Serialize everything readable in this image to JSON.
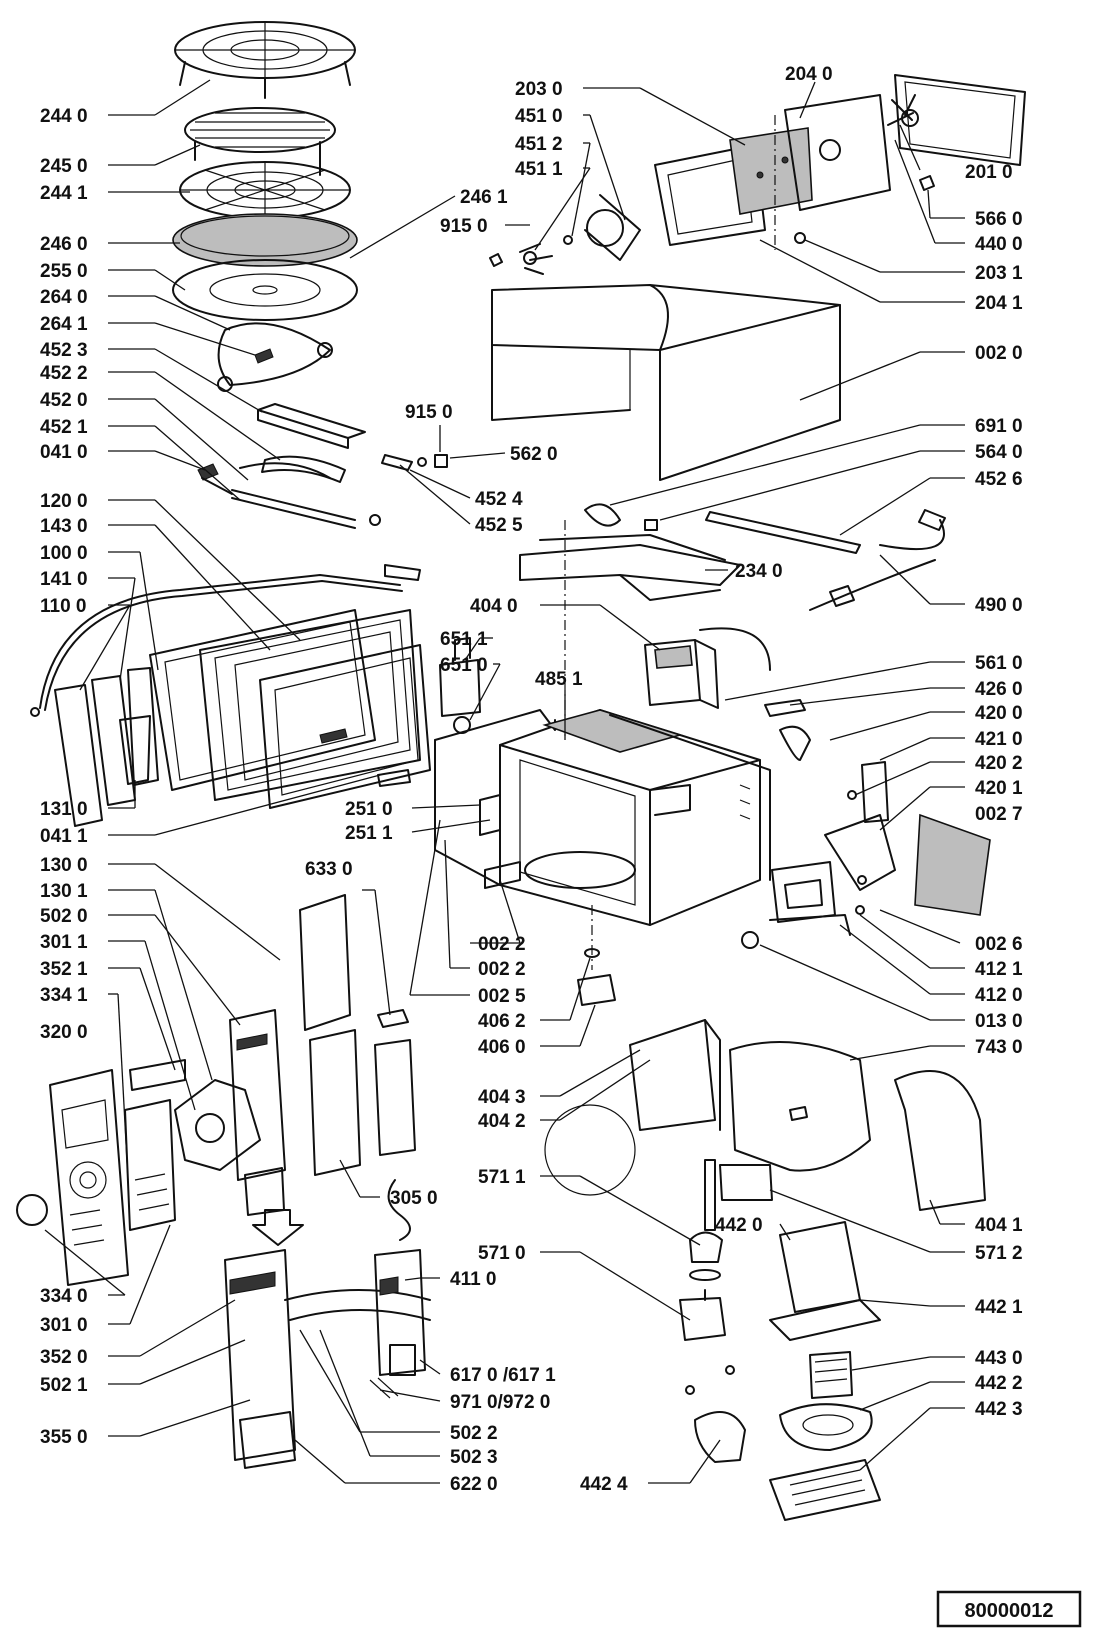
{
  "reference": "80000012",
  "labels": {
    "l2440": "244 0",
    "l2450": "245 0",
    "l2441": "244 1",
    "l2460": "246 0",
    "l2550": "255 0",
    "l2640": "264 0",
    "l2641": "264 1",
    "l4523": "452 3",
    "l4522": "452 2",
    "l4520": "452 0",
    "l4521": "452 1",
    "l0410": "041 0",
    "l1200": "120 0",
    "l1430": "143 0",
    "l1000": "100 0",
    "l1410": "141 0",
    "l1100": "110 0",
    "l1310": "131 0",
    "l0411": "041 1",
    "l1300": "130 0",
    "l1301": "130 1",
    "l5020": "502 0",
    "l3011": "301 1",
    "l3521": "352 1",
    "l3341": "334 1",
    "l3200": "320 0",
    "l3340": "334 0",
    "l3010": "301 0",
    "l3520": "352 0",
    "l5021": "502 1",
    "l3550": "355 0",
    "l2030": "203 0",
    "l4510": "451 0",
    "l4512": "451 2",
    "l4511": "451 1",
    "l9150a": "915 0",
    "l2461": "246 1",
    "l2040": "204 0",
    "l2010": "201 0",
    "l5660": "566 0",
    "l4400": "440 0",
    "l2031": "203 1",
    "l2041": "204 1",
    "l0020": "002 0",
    "l9150b": "915 0",
    "l5620": "562 0",
    "l4524": "452 4",
    "l4525": "452 5",
    "l6910": "691 0",
    "l5640": "564 0",
    "l4526": "452 6",
    "l2340": "234 0",
    "l4900": "490 0",
    "l4040": "404 0",
    "l6511": "651 1",
    "l6510": "651 0",
    "l4851": "485 1",
    "l5610": "561 0",
    "l4260": "426 0",
    "l4200": "420 0",
    "l4210": "421 0",
    "l4202": "420 2",
    "l4201": "420 1",
    "l0027": "002 7",
    "l0026": "002 6",
    "l4121": "412 1",
    "l4120": "412 0",
    "l0130": "013 0",
    "l2510": "251 0",
    "l2511": "251 1",
    "l0022a": "002 2",
    "l0022b": "002 2",
    "l0025": "002 5",
    "l4062": "406 2",
    "l4060": "406 0",
    "l6330": "633 0",
    "l7430": "743 0",
    "l4043": "404 3",
    "l4042": "404 2",
    "l4041": "404 1",
    "l5711": "571 1",
    "l5712": "571 2",
    "l3050": "305 0",
    "l5710": "571 0",
    "l4420": "442 0",
    "l4421": "442 1",
    "l4110": "411 0",
    "l4430": "443 0",
    "l4422": "442 2",
    "l4423": "442 3",
    "l4424": "442 4",
    "l6170": "617 0 /617 1",
    "l9710": "971 0/972 0",
    "l5022": "502 2",
    "l5023": "502 3",
    "l6220": "622 0"
  }
}
